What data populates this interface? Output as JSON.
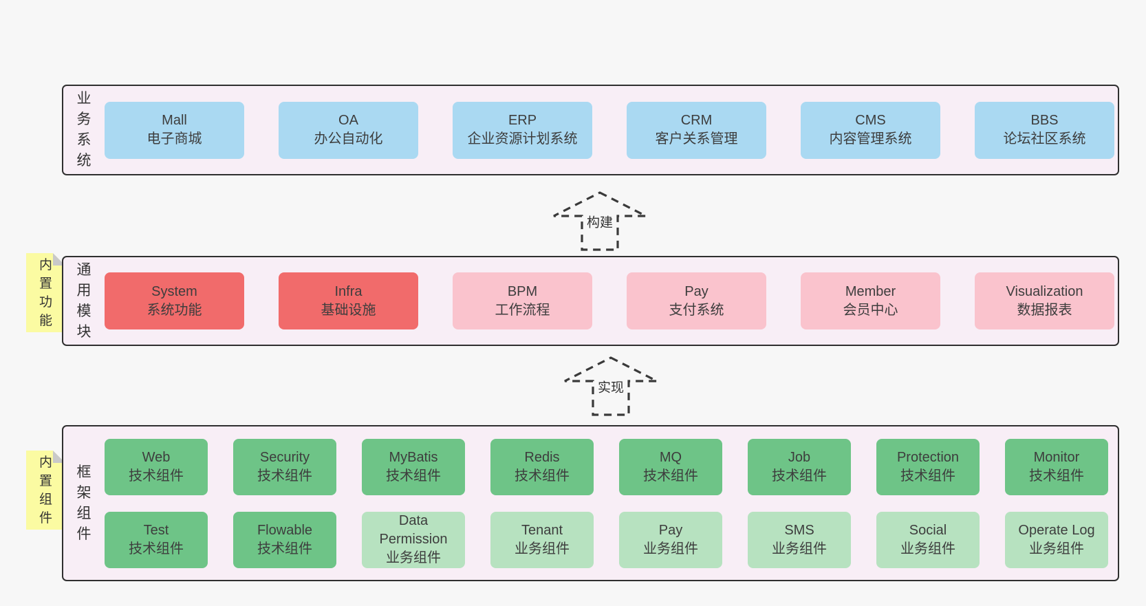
{
  "palette": {
    "page_bg": "#f7f7f7",
    "panel_bg": "#f8eef6",
    "panel_border": "#2f2f2f",
    "box_blue": "#aad9f2",
    "box_red": "#f16b6b",
    "box_pink": "#fac3cd",
    "box_green": "#6ec487",
    "box_lightgreen": "#b7e2c0",
    "note_yellow": "#fbfba2",
    "note_fold_gray": "#c9c9c9",
    "arrow_stroke": "#3a3a3a"
  },
  "layers": [
    {
      "label": "业务系统",
      "rows": [
        [
          {
            "title": "Mall",
            "subtitle": "电子商城"
          },
          {
            "title": "OA",
            "subtitle": "办公自动化"
          },
          {
            "title": "ERP",
            "subtitle": "企业资源计划系统"
          },
          {
            "title": "CRM",
            "subtitle": "客户关系管理"
          },
          {
            "title": "CMS",
            "subtitle": "内容管理系统"
          },
          {
            "title": "BBS",
            "subtitle": "论坛社区系统"
          }
        ]
      ]
    },
    {
      "label": "通用模块",
      "rows": [
        [
          {
            "title": "System",
            "subtitle": "系统功能"
          },
          {
            "title": "Infra",
            "subtitle": "基础设施"
          },
          {
            "title": "BPM",
            "subtitle": "工作流程"
          },
          {
            "title": "Pay",
            "subtitle": "支付系统"
          },
          {
            "title": "Member",
            "subtitle": "会员中心"
          },
          {
            "title": "Visualization",
            "subtitle": "数据报表"
          }
        ]
      ]
    },
    {
      "label": "框架组件",
      "rows": [
        [
          {
            "title": "Web",
            "subtitle": "技术组件"
          },
          {
            "title": "Security",
            "subtitle": "技术组件"
          },
          {
            "title": "MyBatis",
            "subtitle": "技术组件"
          },
          {
            "title": "Redis",
            "subtitle": "技术组件"
          },
          {
            "title": "MQ",
            "subtitle": "技术组件"
          },
          {
            "title": "Job",
            "subtitle": "技术组件"
          },
          {
            "title": "Protection",
            "subtitle": "技术组件"
          },
          {
            "title": "Monitor",
            "subtitle": "技术组件"
          }
        ],
        [
          {
            "title": "Test",
            "subtitle": "技术组件"
          },
          {
            "title": "Flowable",
            "subtitle": "技术组件"
          },
          {
            "title": "Data Permission",
            "subtitle": "业务组件"
          },
          {
            "title": "Tenant",
            "subtitle": "业务组件"
          },
          {
            "title": "Pay",
            "subtitle": "业务组件"
          },
          {
            "title": "SMS",
            "subtitle": "业务组件"
          },
          {
            "title": "Social",
            "subtitle": "业务组件"
          },
          {
            "title": "Operate Log",
            "subtitle": "业务组件"
          }
        ]
      ]
    }
  ],
  "notes": [
    {
      "text": "内置功能"
    },
    {
      "text": "内置组件"
    }
  ],
  "arrows": [
    {
      "label": "构建"
    },
    {
      "label": "实现"
    }
  ]
}
